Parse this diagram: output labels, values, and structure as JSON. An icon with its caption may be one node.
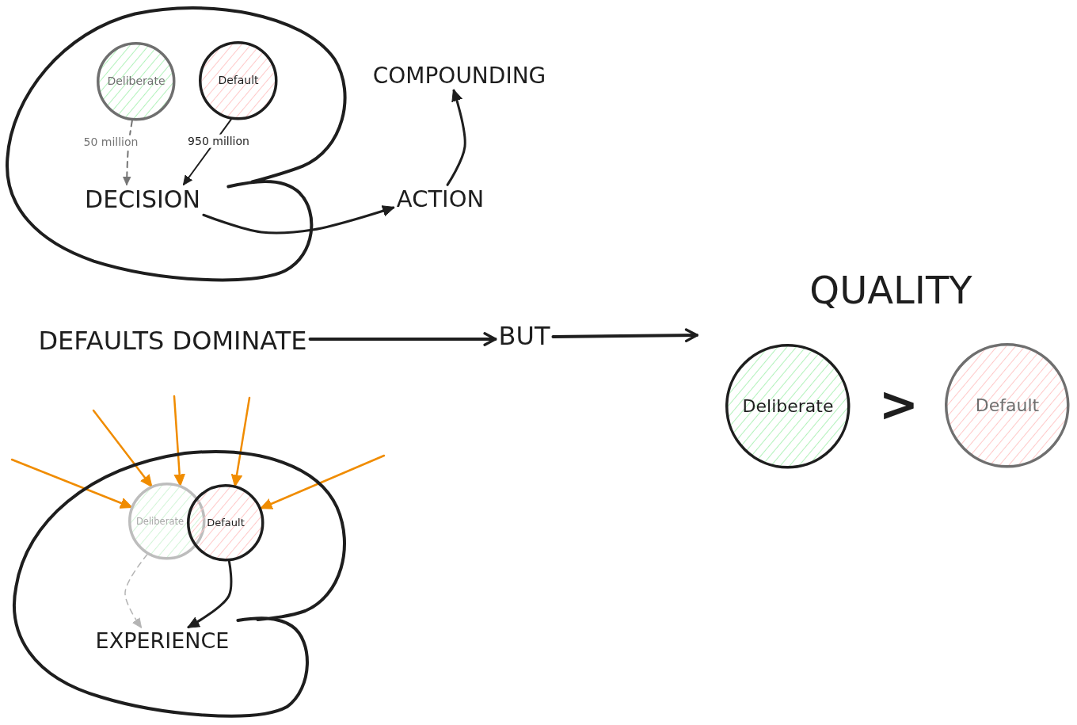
{
  "diagram": {
    "nodes": [
      {
        "text": [],
        "shape": "loop"
      },
      {
        "text": [
          "Deliberate"
        ],
        "in": 0
      },
      {
        "text": [
          "Default"
        ],
        "in": 0
      },
      {
        "text": [
          "DECISION"
        ],
        "in": 0
      },
      {
        "text": [
          "COMPOUNDING"
        ]
      },
      {
        "text": [
          "ACTION"
        ]
      },
      {
        "text": [
          "DEFAULTS DOMINATE"
        ]
      },
      {
        "text": [
          "BUT"
        ]
      },
      {
        "text": [
          "Deliberate"
        ]
      },
      {
        "text": [
          "Default"
        ]
      },
      {
        "text": [],
        "shape": "loop"
      },
      {
        "text": [
          "Deliberate"
        ],
        "in": 10
      },
      {
        "text": [
          "Default"
        ],
        "in": 10
      },
      {
        "text": [
          "EXPERIENCE"
        ],
        "in": 10
      }
    ],
    "edges": [
      {
        "from": 1,
        "to": 3,
        "arrow": "to",
        "label": "50 million",
        "style": "dashed",
        "color": "#757575"
      },
      {
        "from": 2,
        "to": 3,
        "arrow": "to",
        "label": "950 million"
      },
      {
        "from": 3,
        "to": 5,
        "arrow": "to"
      },
      {
        "from": 5,
        "to": 4,
        "arrow": "to"
      },
      {
        "from": 6,
        "to": 7,
        "arrow": "to"
      },
      {
        "from": 7,
        "to": null,
        "arrow": "to"
      },
      {
        "from": null,
        "to": 11,
        "arrow": "to",
        "color": "#f08c00"
      },
      {
        "from": null,
        "to": 11,
        "arrow": "to",
        "color": "#f08c00"
      },
      {
        "from": null,
        "to": 11,
        "arrow": "to",
        "color": "#f08c00"
      },
      {
        "from": null,
        "to": 12,
        "arrow": "to",
        "color": "#f08c00"
      },
      {
        "from": null,
        "to": 12,
        "arrow": "to",
        "color": "#f08c00"
      },
      {
        "from": 11,
        "to": 13,
        "arrow": "to",
        "style": "dashed",
        "color": "#b4b4b4"
      },
      {
        "from": 12,
        "to": 13,
        "arrow": "to"
      }
    ],
    "labels": [
      "QUALITY",
      ">"
    ]
  }
}
